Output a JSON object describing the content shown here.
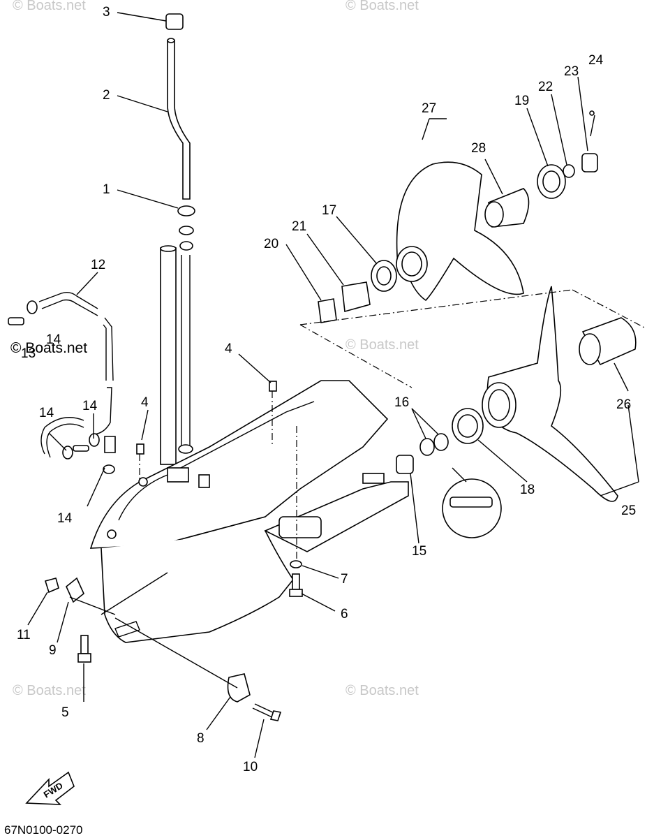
{
  "diagram": {
    "part_numbers": [
      "3",
      "2",
      "1",
      "12",
      "14",
      "13",
      "14",
      "14",
      "14",
      "4",
      "4",
      "11",
      "9",
      "5",
      "8",
      "10",
      "7",
      "6",
      "20",
      "21",
      "17",
      "27",
      "28",
      "19",
      "22",
      "23",
      "24",
      "16",
      "15",
      "18",
      "26",
      "25"
    ],
    "watermark": "© Boats.net",
    "drawing_code": "67N0100-0270",
    "fwd_label": "FWD"
  }
}
